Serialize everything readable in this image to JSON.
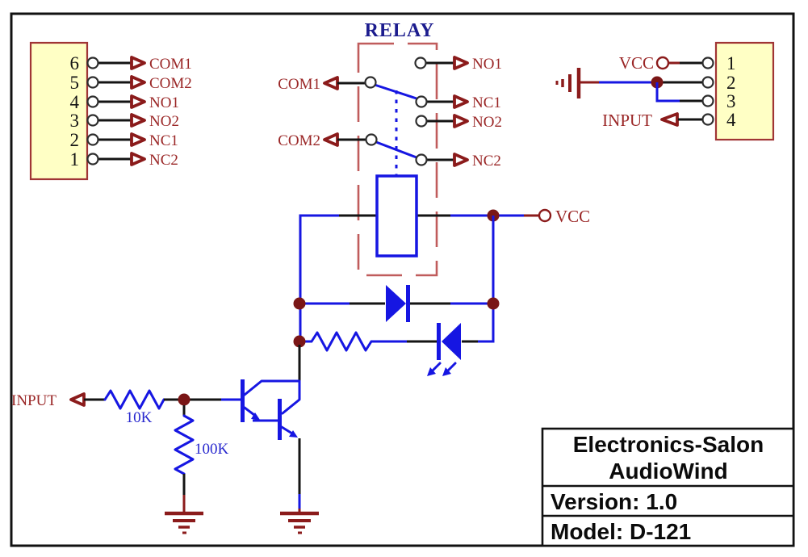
{
  "colors": {
    "wire-blue": "#1616e2",
    "wire-black": "#141414",
    "dark-red": "#8b1b1b",
    "dot-red": "#7a1616",
    "text-red": "#9a2626",
    "label-blue": "#2727ce",
    "relay-navy": "#1c1c8e",
    "box-red": "#c05c5c",
    "connector-fill": "#ffffc5",
    "connector-border": "#a03535"
  },
  "left_connector": {
    "pins": [
      {
        "n": "6",
        "label": "COM1"
      },
      {
        "n": "5",
        "label": "COM2"
      },
      {
        "n": "4",
        "label": "NO1"
      },
      {
        "n": "3",
        "label": "NO2"
      },
      {
        "n": "2",
        "label": "NC1"
      },
      {
        "n": "1",
        "label": "NC2"
      }
    ]
  },
  "relay": {
    "title": "RELAY",
    "com1": "COM1",
    "com2": "COM2",
    "no1": "NO1",
    "nc1": "NC1",
    "no2": "NO2",
    "nc2": "NC2"
  },
  "power_net": {
    "vcc": "VCC"
  },
  "input_stage": {
    "input": "INPUT",
    "r_series": "10K",
    "r_pulldown": "100K"
  },
  "right_connector": {
    "pins": [
      {
        "n": "1"
      },
      {
        "n": "2"
      },
      {
        "n": "3"
      },
      {
        "n": "4"
      }
    ],
    "vcc": "VCC",
    "input": "INPUT"
  },
  "title_block": {
    "company": "Electronics-Salon",
    "brand": "AudioWind",
    "version": "Version: 1.0",
    "model": "Model: D-121"
  }
}
